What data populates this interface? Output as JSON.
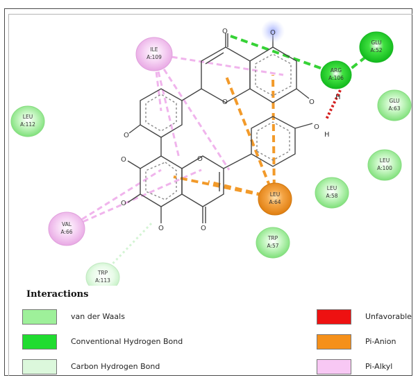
{
  "residues": [
    {
      "id": "ile-a109",
      "name": "ILE",
      "num": "A:109",
      "type": "pi-alkyl"
    },
    {
      "id": "glu-a52",
      "name": "GLU",
      "num": "A:52",
      "type": "conventional-hbond"
    },
    {
      "id": "arg-a106",
      "name": "ARG",
      "num": "A:106",
      "type": "conventional-hbond"
    },
    {
      "id": "glu-a63",
      "name": "GLU",
      "num": "A:63",
      "type": "van-der-waals"
    },
    {
      "id": "leu-a112",
      "name": "LEU",
      "num": "A:112",
      "type": "van-der-waals"
    },
    {
      "id": "leu-a100",
      "name": "LEU",
      "num": "A:100",
      "type": "van-der-waals"
    },
    {
      "id": "leu-a58",
      "name": "LEU",
      "num": "A:58",
      "type": "van-der-waals"
    },
    {
      "id": "leu-a64",
      "name": "LEU",
      "num": "A:64",
      "type": "pi-anion"
    },
    {
      "id": "val-a66",
      "name": "VAL",
      "num": "A:66",
      "type": "pi-alkyl"
    },
    {
      "id": "trp-a57",
      "name": "TRP",
      "num": "A:57",
      "type": "van-der-waals"
    },
    {
      "id": "trp-a113",
      "name": "TRP",
      "num": "A:113",
      "type": "carbon-hbond"
    }
  ],
  "atom_labels": {
    "oxygen": "O",
    "hydrogen": "H"
  },
  "legend": {
    "title": "Interactions",
    "items": [
      {
        "label": "van der Waals",
        "color": "#9ef09a"
      },
      {
        "label": "Conventional Hydrogen Bond",
        "color": "#20dc30"
      },
      {
        "label": "Carbon Hydrogen Bond",
        "color": "#dcf8dc"
      },
      {
        "label": "Unfavorable",
        "color": "#ee1111"
      },
      {
        "label": "Pi-Anion",
        "color": "#f5901a"
      },
      {
        "label": "Pi-Alkyl",
        "color": "#f8c8f4"
      }
    ]
  },
  "colors": {
    "van_der_waals": "#9ef09a",
    "conventional_hbond": "#20dc30",
    "carbon_hbond": "#dcf8dc",
    "unfavorable": "#ee1111",
    "pi_anion": "#f5901a",
    "pi_alkyl": "#f8c8f4",
    "bond": "#444444"
  }
}
